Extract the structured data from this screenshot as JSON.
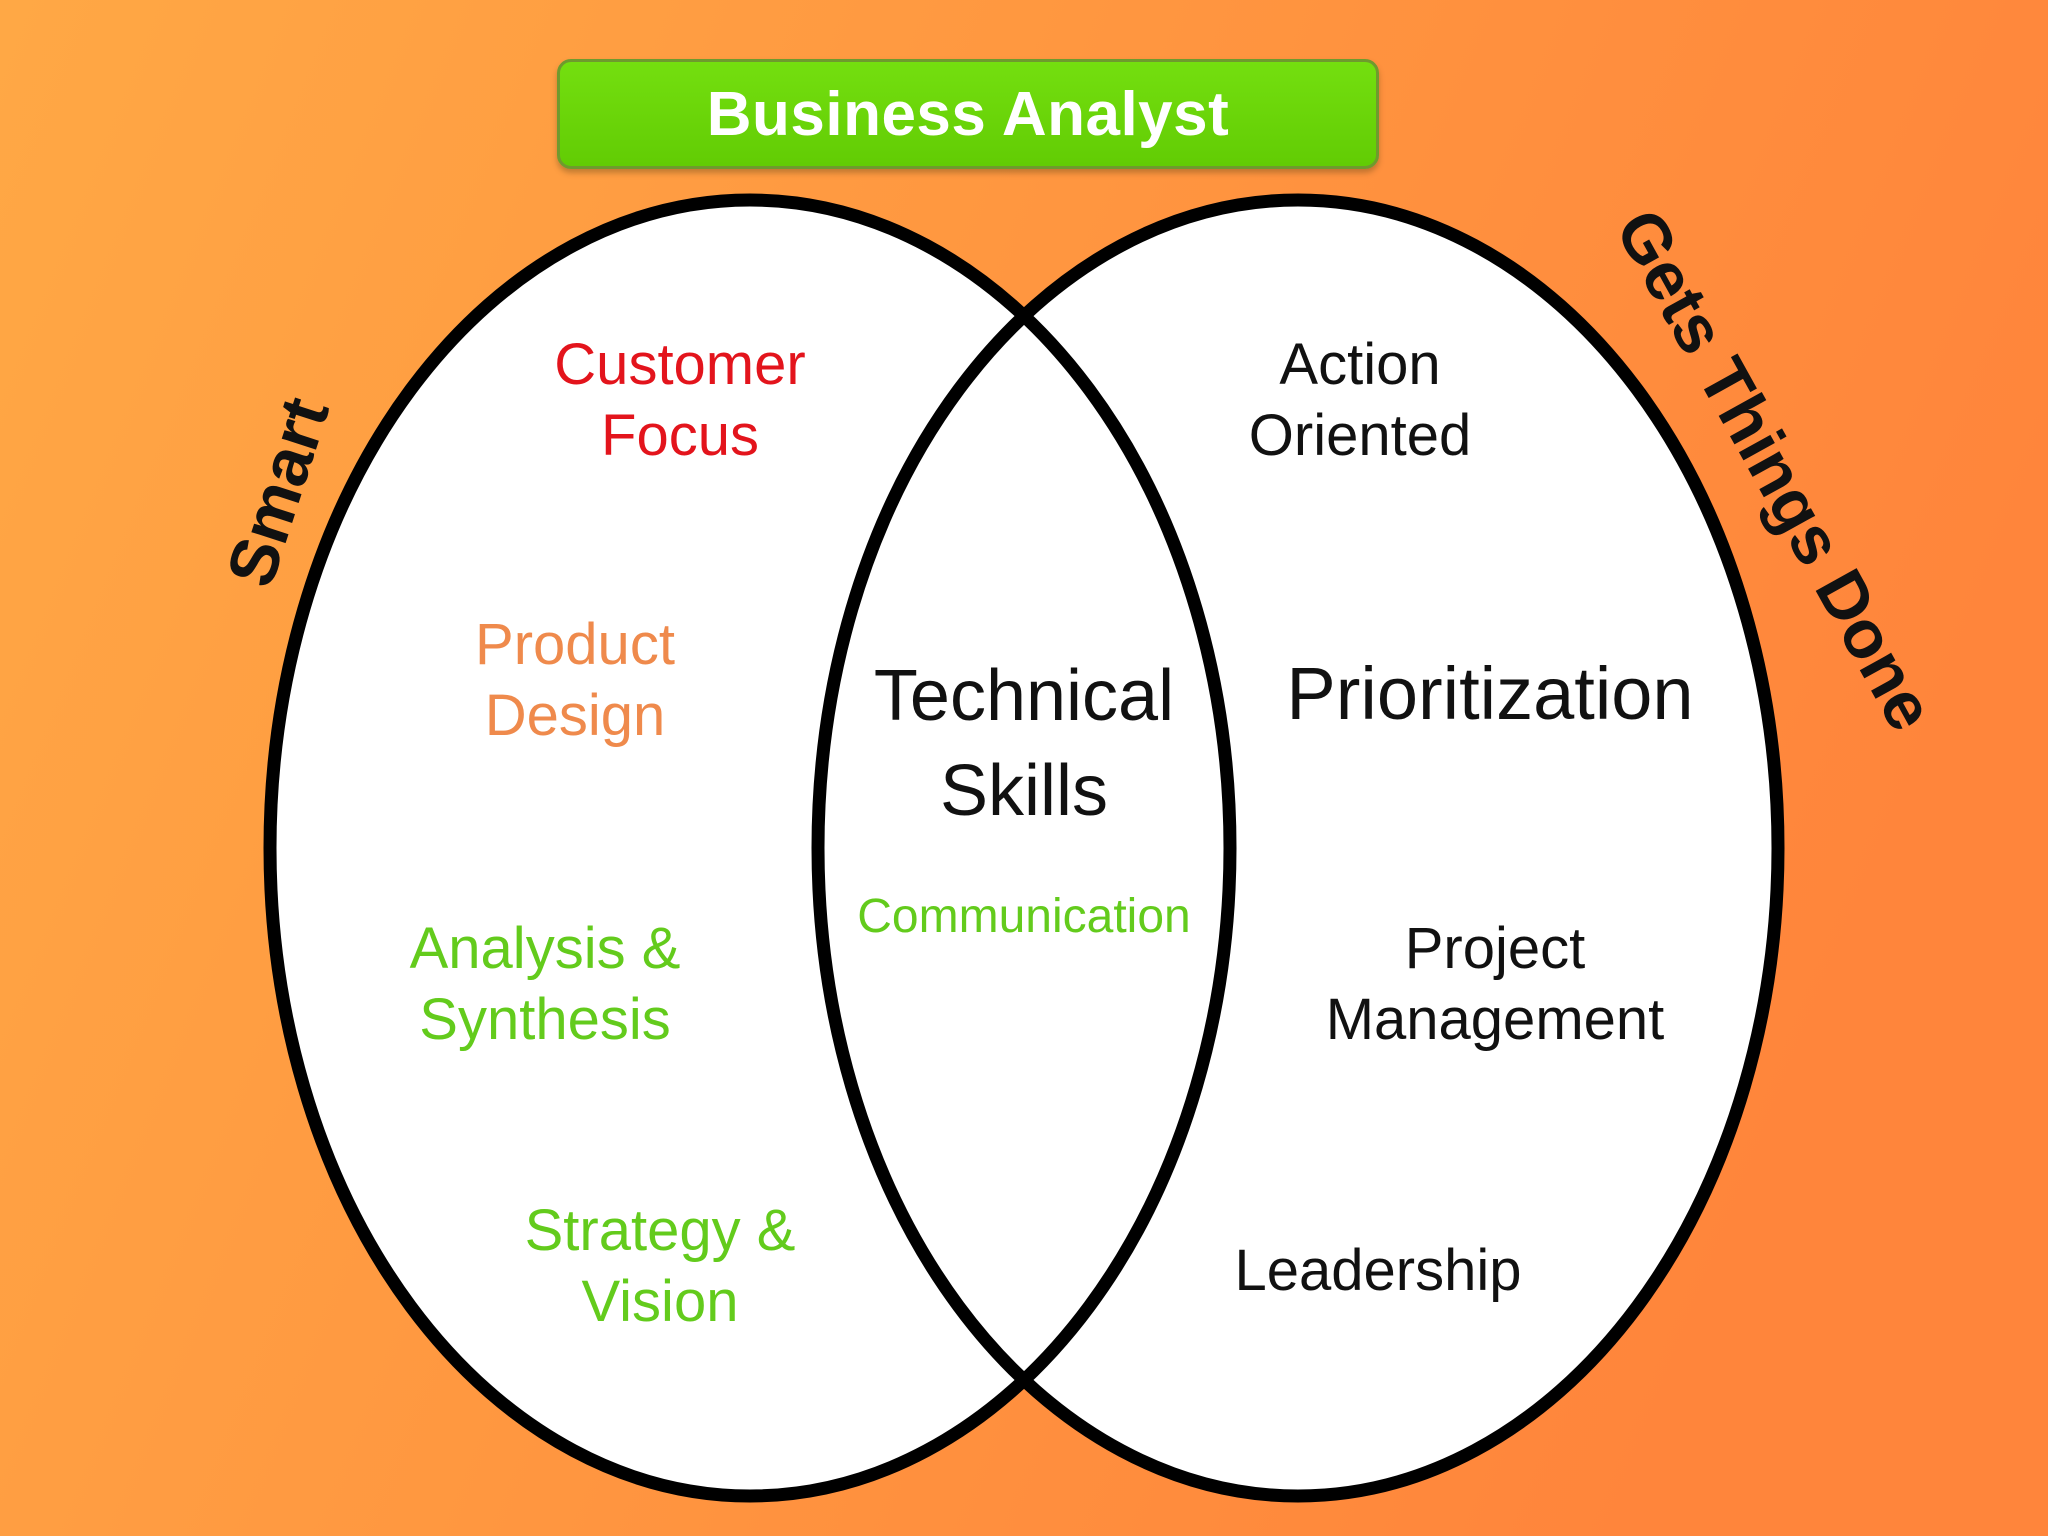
{
  "title": "Business Analyst",
  "left_circle_label": "Smart",
  "right_circle_label": "Gets Things Done",
  "left_items": [
    {
      "line1": "Customer",
      "line2": "Focus",
      "color": "#e3141c"
    },
    {
      "line1": "Product",
      "line2": "Design",
      "color": "#ef8a4c"
    },
    {
      "line1": "Analysis &",
      "line2": "Synthesis",
      "color": "#63cb1c"
    },
    {
      "line1": "Strategy &",
      "line2": "Vision",
      "color": "#63cb1c"
    }
  ],
  "overlap_items": [
    {
      "line1": "Technical",
      "line2": "Skills",
      "color": "#111111"
    },
    {
      "line1": "Communication",
      "color": "#63cb1c"
    }
  ],
  "right_items": [
    {
      "line1": "Action",
      "line2": "Oriented",
      "color": "#111111"
    },
    {
      "line1": "Prioritization",
      "color": "#111111"
    },
    {
      "line1": "Project",
      "line2": "Management",
      "color": "#111111"
    },
    {
      "line1": "Leadership",
      "color": "#111111"
    }
  ],
  "colors": {
    "background_start": "#ffa642",
    "background_end": "#ff8a3c",
    "title_box": "#6ad60a",
    "circle_fill": "#ffffff",
    "circle_stroke": "#000000"
  }
}
